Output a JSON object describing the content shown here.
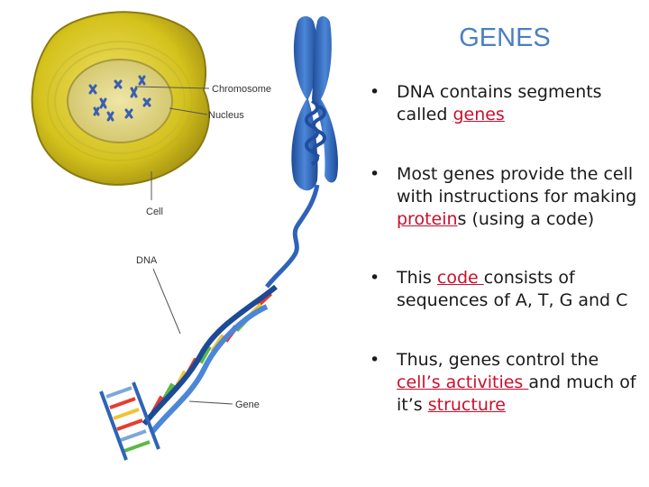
{
  "title": "GENES",
  "labels": {
    "chromosome": "Chromosome",
    "nucleus": "Nucleus",
    "cell": "Cell",
    "dna": "DNA",
    "gene": "Gene"
  },
  "bullets": [
    {
      "segments": [
        {
          "text": "DNA contains segments called "
        },
        {
          "text": "genes",
          "hl": true
        }
      ]
    },
    {
      "segments": [
        {
          "text": "Most genes provide the cell with instructions for making "
        },
        {
          "text": "protein",
          "hl": true
        },
        {
          "text": "s (using a code)"
        }
      ]
    },
    {
      "segments": [
        {
          "text": "This "
        },
        {
          "text": "code ",
          "hl": true
        },
        {
          "text": "consists of sequences of A, T, G and C"
        }
      ]
    },
    {
      "segments": [
        {
          "text": "Thus, genes control the "
        },
        {
          "text": "cell’s activities ",
          "hl": true
        },
        {
          "text": "and much of it’s "
        },
        {
          "text": "structure",
          "hl": true
        }
      ]
    }
  ],
  "colors": {
    "title": "#4a7fc1",
    "highlight": "#c8102e",
    "cell": "#d4c21c",
    "chromosome": "#2f63b8"
  }
}
